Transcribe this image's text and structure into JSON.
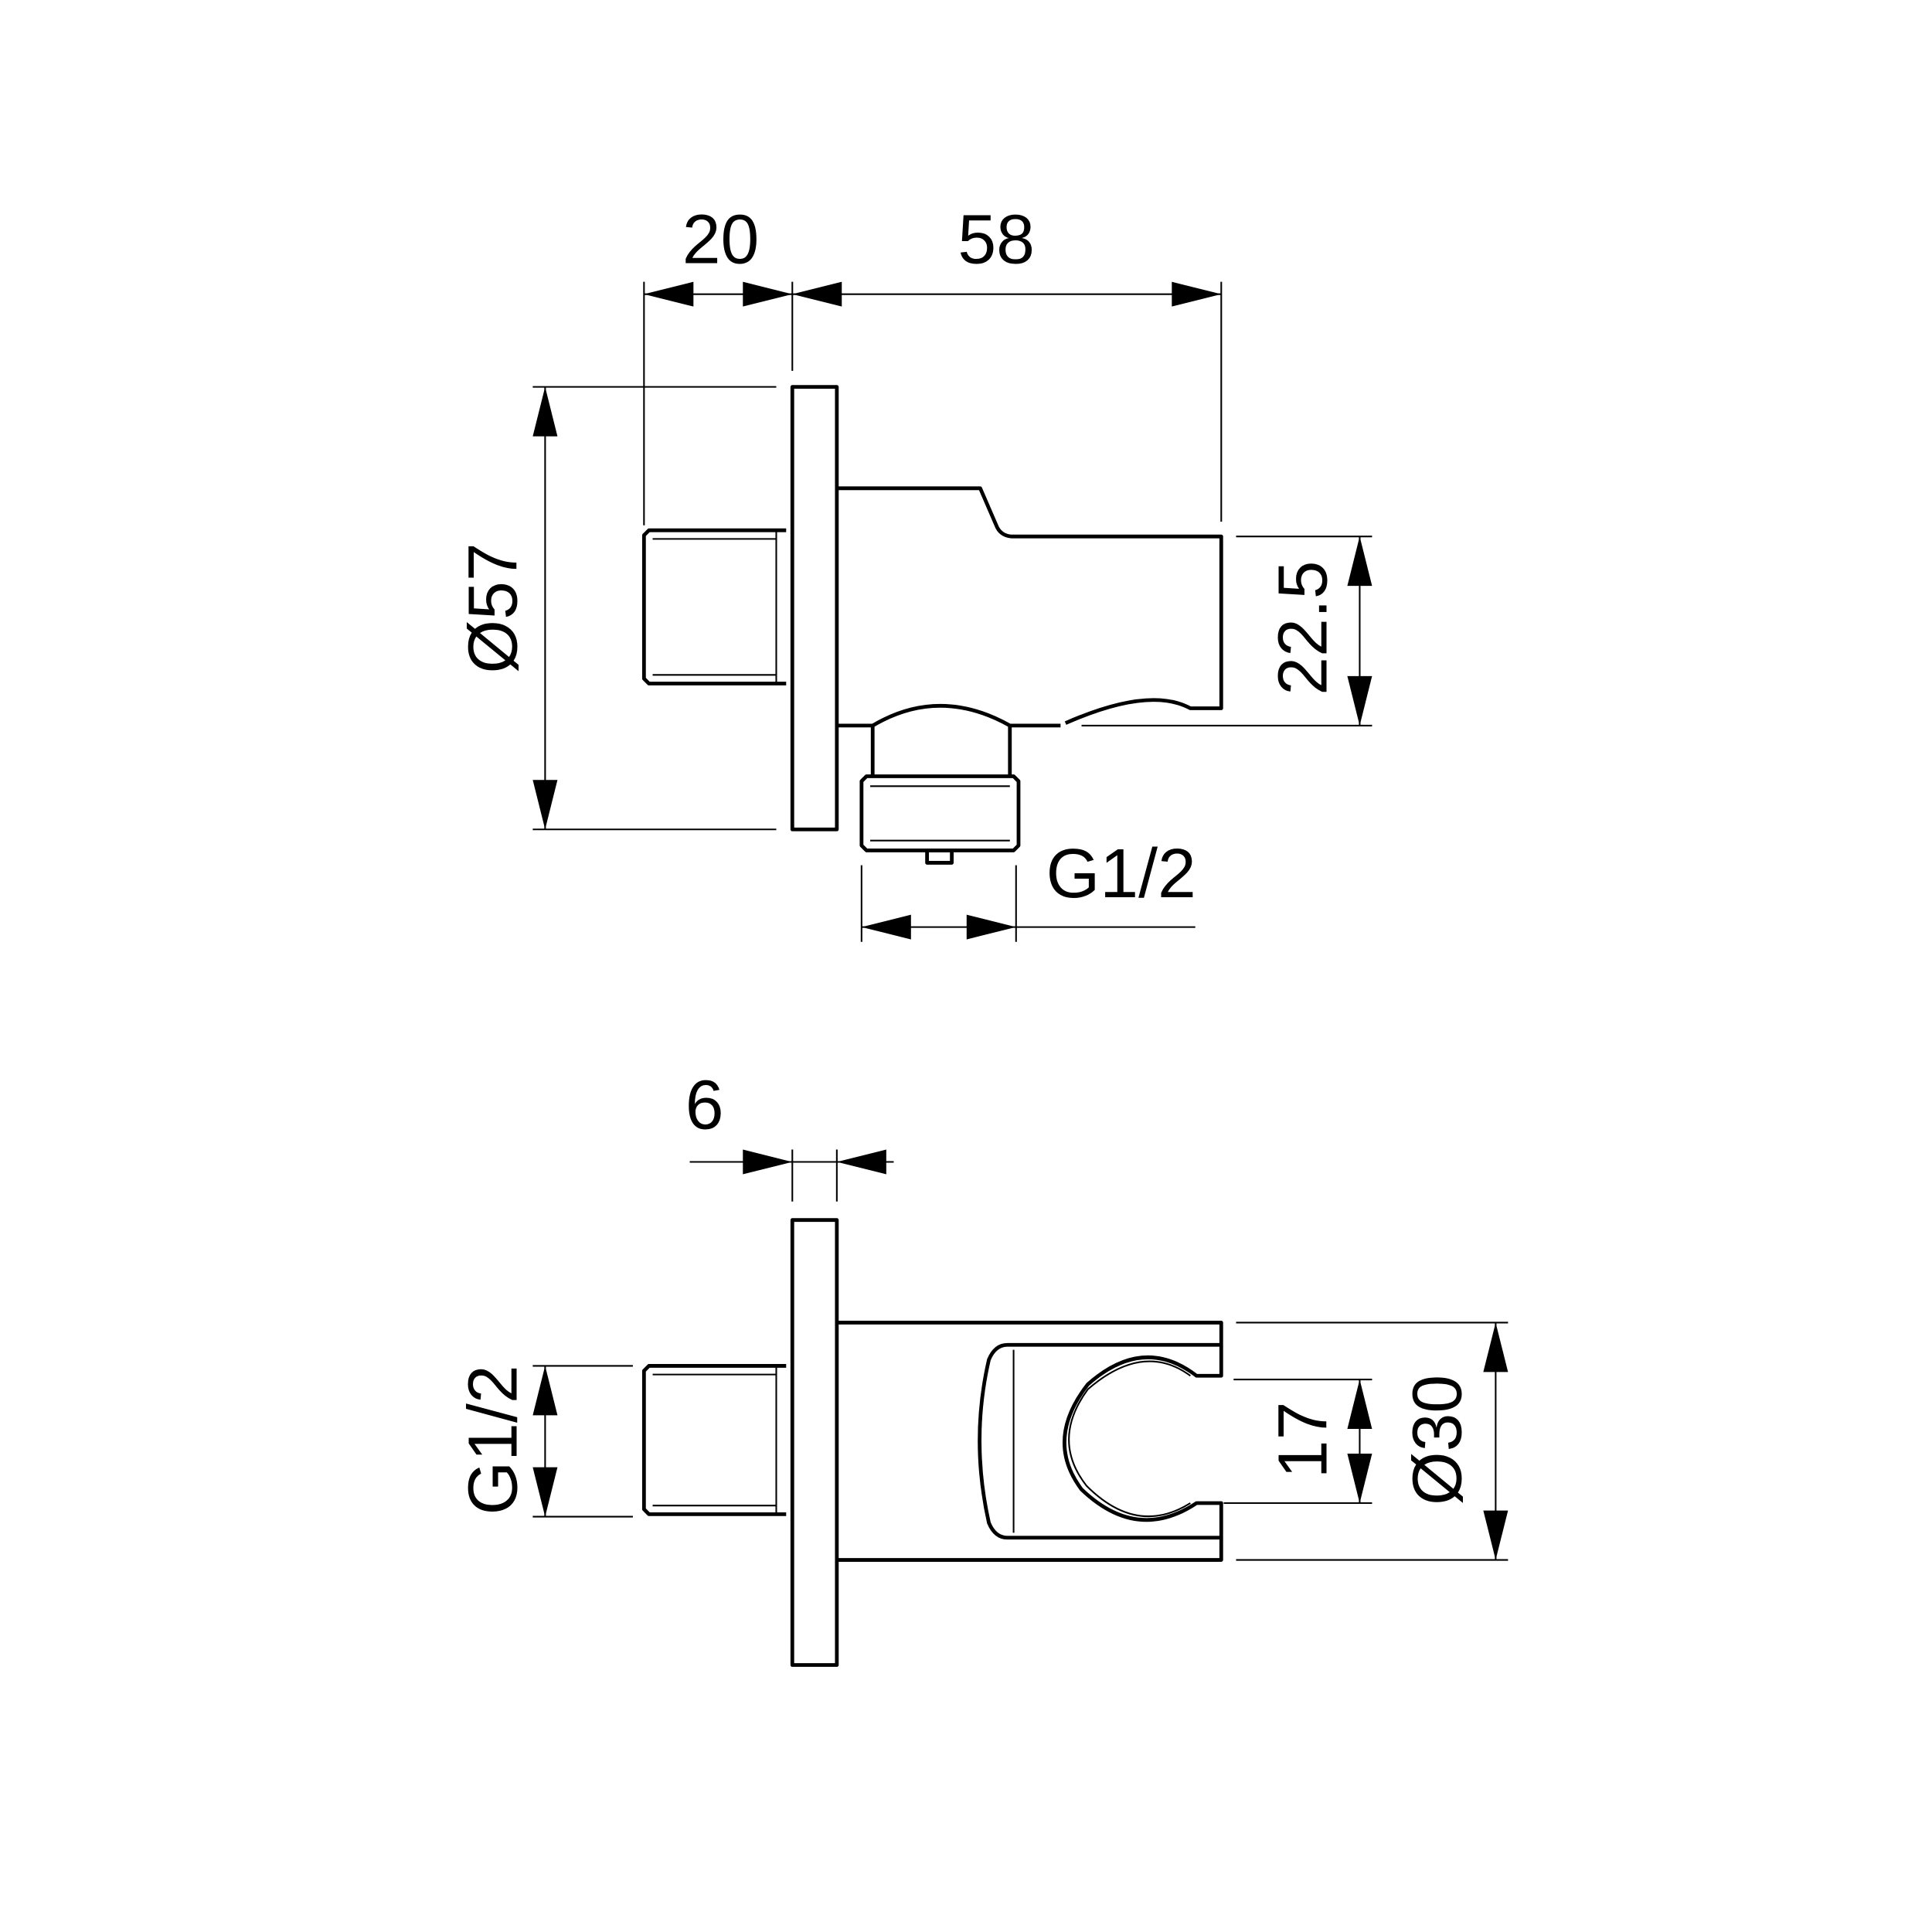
{
  "drawing": {
    "side_view": {
      "dim_depth": "20",
      "dim_length": "58",
      "dim_plate_diameter": "Ø57",
      "dim_height": "22.5",
      "dim_outlet_thread": "G1/2"
    },
    "top_view": {
      "dim_plate_thickness": "6",
      "dim_inlet_thread": "G1/2",
      "dim_holder_opening": "17",
      "dim_holder_diameter": "Ø30"
    },
    "colors": {
      "line": "#000000",
      "background": "#ffffff"
    }
  }
}
